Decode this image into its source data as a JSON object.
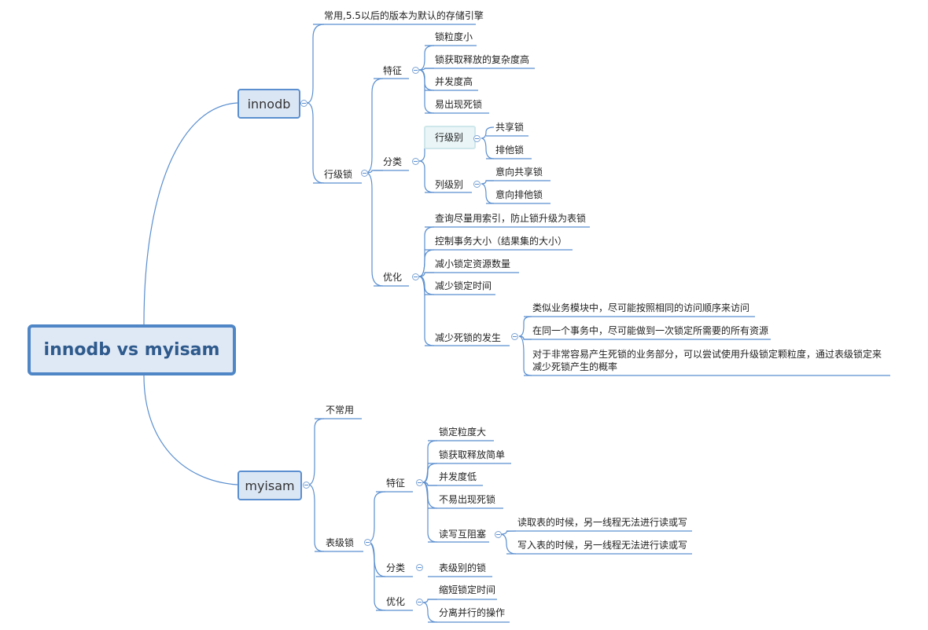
{
  "colors": {
    "line": "#5b8fcf",
    "node_fill": "#dbe6f5",
    "root_border": "#4f86c6",
    "root_text": "#2e5a8c"
  },
  "root": {
    "label": "innodb vs myisam"
  },
  "innodb": {
    "label": "innodb",
    "default_note": "常用,5.5以后的版本为默认的存储引擎",
    "row_lock": {
      "label": "行级锁",
      "features": {
        "label": "特征",
        "items": [
          "锁粒度小",
          "锁获取释放的复杂度高",
          "并发度高",
          "易出现死锁"
        ]
      },
      "categories": {
        "label": "分类",
        "row_level": {
          "label": "行级别",
          "items": [
            "共享锁",
            "排他锁"
          ]
        },
        "column_level": {
          "label": "列级别",
          "items": [
            "意向共享锁",
            "意向排他锁"
          ]
        }
      },
      "optimization": {
        "label": "优化",
        "items": [
          "查询尽量用索引，防止锁升级为表锁",
          "控制事务大小（结果集的大小）",
          "减小锁定资源数量",
          "减少锁定时间"
        ],
        "deadlock": {
          "label": "减少死锁的发生",
          "items": [
            "类似业务模块中，尽可能按照相同的访问顺序来访问",
            "在同一个事务中，尽可能做到一次锁定所需要的所有资源",
            "对于非常容易产生死锁的业务部分，可以尝试使用升级锁定颗粒度，通过表级锁定来减少死锁产生的概率"
          ]
        }
      }
    }
  },
  "myisam": {
    "label": "myisam",
    "uncommon_note": "不常用",
    "table_lock": {
      "label": "表级锁",
      "features": {
        "label": "特征",
        "items": [
          "锁定粒度大",
          "锁获取释放简单",
          "并发度低",
          "不易出现死锁"
        ],
        "rw_block": {
          "label": "读写互阻塞",
          "items": [
            "读取表的时候，另一线程无法进行读或写",
            "写入表的时候，另一线程无法进行读或写"
          ]
        }
      },
      "categories": {
        "label": "分类",
        "item": "表级别的锁"
      },
      "optimization": {
        "label": "优化",
        "items": [
          "缩短锁定时间",
          "分离并行的操作"
        ]
      }
    }
  }
}
